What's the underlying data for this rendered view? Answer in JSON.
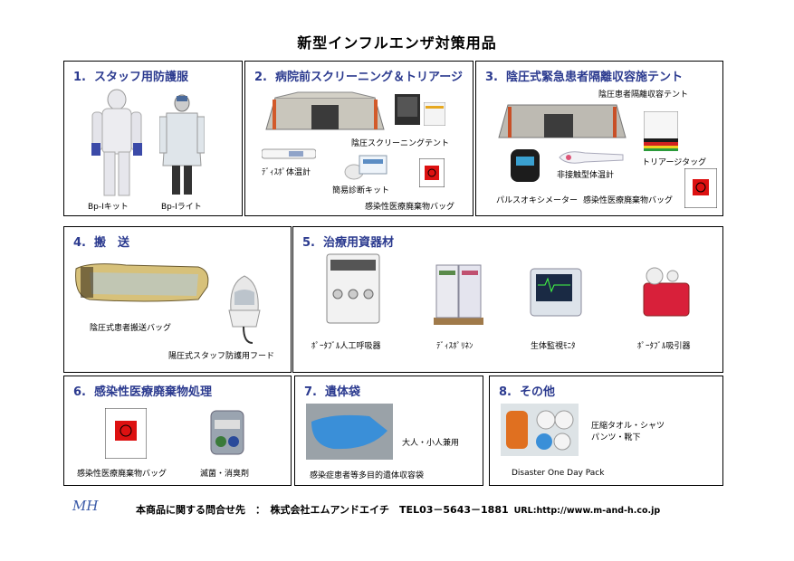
{
  "title": "新型インフルエンザ対策用品",
  "sections": [
    {
      "num": "1.",
      "title": "スタッフ用防護服",
      "labels": [
        "Bp-Iキット",
        "Bp-Iライト"
      ]
    },
    {
      "num": "2.",
      "title": "病院前スクリーニング＆トリアージ",
      "labels": [
        "陰圧スクリーニングテント",
        "ﾃﾞｨｽﾎﾟ体温計",
        "簡易診断キット",
        "感染性医療廃棄物バッグ"
      ]
    },
    {
      "num": "3.",
      "title": "陰圧式緊急患者隔離収容施テント",
      "labels": [
        "陰圧患者隔離収容テント",
        "トリアージタッグ",
        "非接触型体温計",
        "パルスオキシメーター",
        "感染性医療廃棄物バッグ"
      ]
    },
    {
      "num": "4.",
      "title": "搬　送",
      "labels": [
        "陰圧式患者搬送バッグ",
        "陽圧式スタッフ防護用フード"
      ]
    },
    {
      "num": "5.",
      "title": "治療用資器材",
      "labels": [
        "ﾎﾟｰﾀﾌﾞﾙ人工呼吸器",
        "ﾃﾞｨｽﾎﾟﾘﾈﾝ",
        "生体監視ﾓﾆﾀ",
        "ﾎﾟｰﾀﾌﾞﾙ吸引器"
      ]
    },
    {
      "num": "6.",
      "title": "感染性医療廃棄物処理",
      "labels": [
        "感染性医療廃棄物バッグ",
        "滅菌・消臭剤"
      ]
    },
    {
      "num": "7.",
      "title": "遺体袋",
      "labels": [
        "大人・小人兼用",
        "感染症患者等多目的遺体収容袋"
      ]
    },
    {
      "num": "8.",
      "title": "その他",
      "labels": [
        "圧縮タオル・シャツ",
        "パンツ・靴下",
        "Disaster One Day Pack"
      ]
    }
  ],
  "footer": {
    "contact": "本商品に関する問合せ先　：　株式会社エムアンドエイチ　TEL03－5643－1881",
    "url": "URL:http://www.m-and-h.co.jp",
    "logo": "MH"
  }
}
